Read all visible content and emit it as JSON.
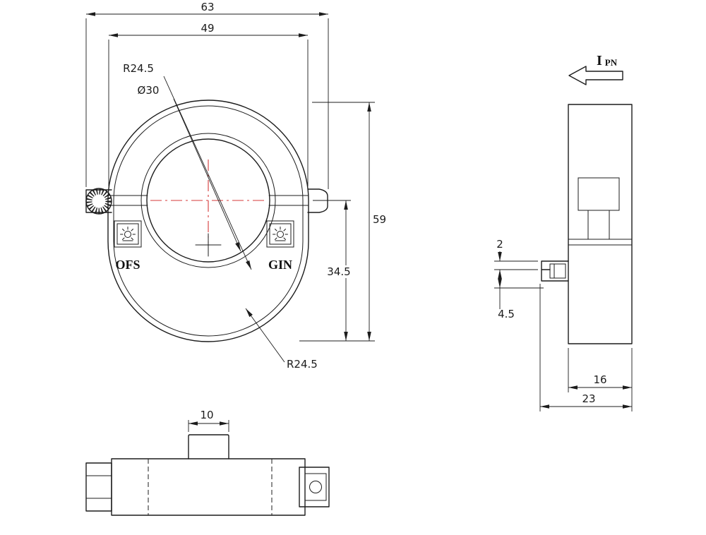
{
  "front_view": {
    "overall_width": "63",
    "inner_width": "49",
    "radius_top": "R24.5",
    "hole_diameter": "Ø30",
    "overall_height": "59",
    "lower_height": "34.5",
    "radius_bottom": "R24.5",
    "left_marking": "OFS",
    "right_marking": "GIN"
  },
  "side_view": {
    "current_label": "I",
    "current_label_sub": "PN",
    "step_dim": "2",
    "boss_dim": "4.5",
    "body_depth": "16",
    "overall_depth": "23"
  },
  "bottom_view": {
    "tab_width": "10"
  },
  "colors": {
    "line": "#1c1c1c",
    "centerline": "#d43a3a",
    "background": "#ffffff"
  }
}
